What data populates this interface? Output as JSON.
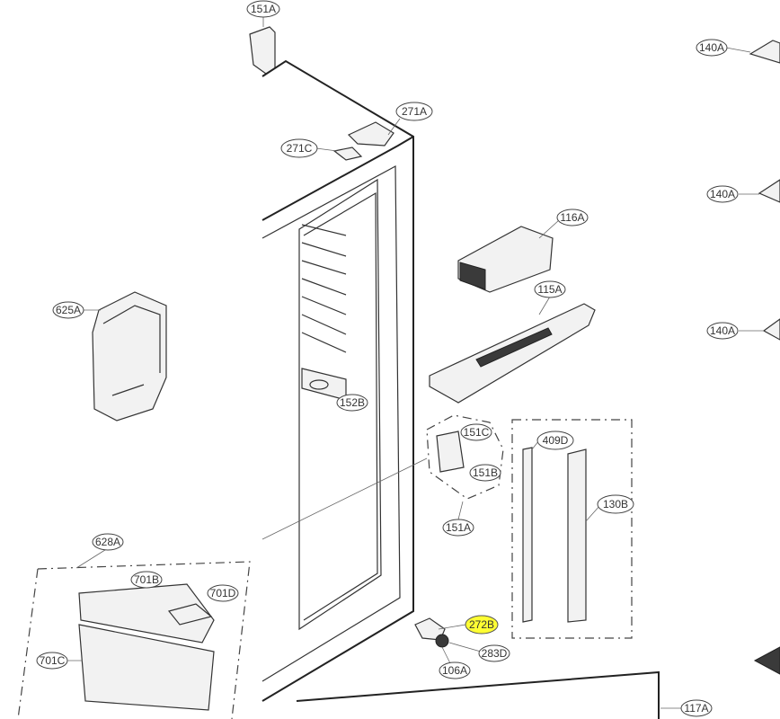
{
  "diagram": {
    "highlight_color": "#ffff33",
    "labels": {
      "top_cut": "151A",
      "l271A": "271A",
      "l271C": "271C",
      "l140A_1": "140A",
      "l140A_2": "140A",
      "l140A_3": "140A",
      "l116A": "116A",
      "l115A": "115A",
      "l625A": "625A",
      "l152B": "152B",
      "l151C": "151C",
      "l151B": "151B",
      "l151A": "151A",
      "l409D": "409D",
      "l130B": "130B",
      "l628A": "628A",
      "l701B": "701B",
      "l701D": "701D",
      "l701C": "701C",
      "l272B": "272B",
      "l283D": "283D",
      "l106A": "106A",
      "l117A": "117A"
    }
  }
}
